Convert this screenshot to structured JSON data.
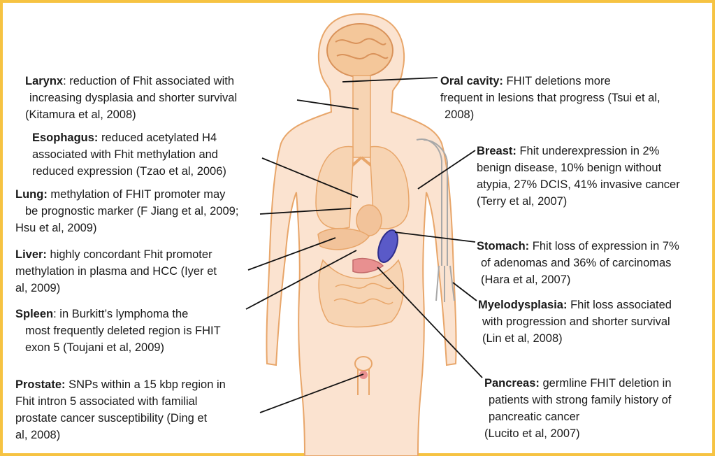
{
  "colors": {
    "border": "#f6c342",
    "body_fill": "#fbe3d0",
    "body_outline": "#e8a66a",
    "organ_fill": "#f7d4b3",
    "stomach_fill": "#5a5ac8",
    "pancreas_fill": "#e89090",
    "leader_line": "#111111"
  },
  "annotations": [
    {
      "id": "larynx",
      "organ": "Larynx",
      "separator": ":",
      "lines": [
        "reduction of Fhit associated with",
        "increasing dysplasia and shorter survival",
        "(Kitamura et al, 2008)"
      ]
    },
    {
      "id": "esophagus",
      "organ": "Esophagus:",
      "separator": "",
      "lines": [
        "reduced acetylated H4",
        "associated with Fhit methylation and",
        "reduced expression (Tzao et al, 2006)"
      ]
    },
    {
      "id": "lung",
      "organ": "Lung:",
      "separator": "",
      "lines": [
        "methylation of FHIT promoter may",
        "be prognostic marker (F Jiang et al, 2009;",
        "Hsu et al, 2009)"
      ]
    },
    {
      "id": "liver",
      "organ": "Liver:",
      "separator": "",
      "lines": [
        "highly concordant Fhit promoter",
        "methylation in plasma and HCC (Iyer et",
        "al, 2009)"
      ]
    },
    {
      "id": "spleen",
      "organ": "Spleen",
      "separator": ":",
      "lines": [
        "in Burkitt’s lymphoma the",
        "most frequently deleted region is FHIT",
        "exon 5 (Toujani et al, 2009)"
      ]
    },
    {
      "id": "prostate",
      "organ": "Prostate:",
      "separator": "",
      "lines": [
        "SNPs within a 15 kbp region in",
        "Fhit intron 5 associated with familial",
        "prostate cancer susceptibility (Ding et",
        "al, 2008)"
      ]
    },
    {
      "id": "oral",
      "organ": "Oral cavity:",
      "separator": "",
      "lines": [
        "FHIT deletions more",
        "frequent in lesions that progress (Tsui et al,",
        "2008)"
      ]
    },
    {
      "id": "breast",
      "organ": "Breast:",
      "separator": "",
      "lines": [
        "Fhit underexpression in 2%",
        "benign disease, 10% benign without",
        "atypia, 27% DCIS, 41% invasive cancer",
        "(Terry et al, 2007)"
      ]
    },
    {
      "id": "stomach",
      "organ": "Stomach:",
      "separator": "",
      "lines": [
        " Fhit loss of expression in 7%",
        "of adenomas and 36% of carcinomas",
        "(Hara et al, 2007)"
      ]
    },
    {
      "id": "myelodysplasia",
      "organ": "Myelodysplasia:",
      "separator": "",
      "lines": [
        "Fhit loss associated",
        "with progression and shorter survival",
        "(Lin et al, 2008)"
      ]
    },
    {
      "id": "pancreas",
      "organ": "Pancreas:",
      "separator": "",
      "lines": [
        "germline FHIT deletion in",
        "patients with strong family history of",
        "pancreatic cancer",
        "(Lucito et al, 2007)"
      ]
    }
  ]
}
